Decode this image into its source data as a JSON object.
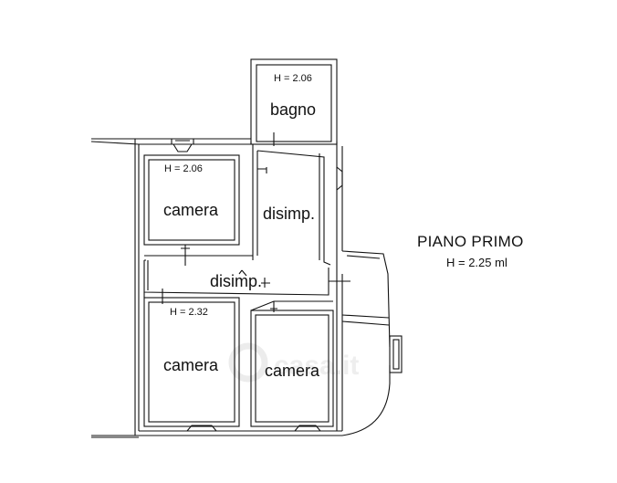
{
  "plan": {
    "title": "PIANO PRIMO",
    "general_height": "H = 2.25 ml",
    "watermark": "casa.it",
    "rooms": [
      {
        "id": "bagno",
        "label": "bagno",
        "height": "H = 2.06"
      },
      {
        "id": "camera-top",
        "label": "camera",
        "height": "H = 2.06"
      },
      {
        "id": "disimp-right",
        "label": "disimp.",
        "height": ""
      },
      {
        "id": "disimp-corridor",
        "label": "disimp.",
        "height": ""
      },
      {
        "id": "camera-bottom-left",
        "label": "camera",
        "height": "H = 2.32"
      },
      {
        "id": "camera-bottom-right",
        "label": "camera",
        "height": ""
      }
    ]
  }
}
